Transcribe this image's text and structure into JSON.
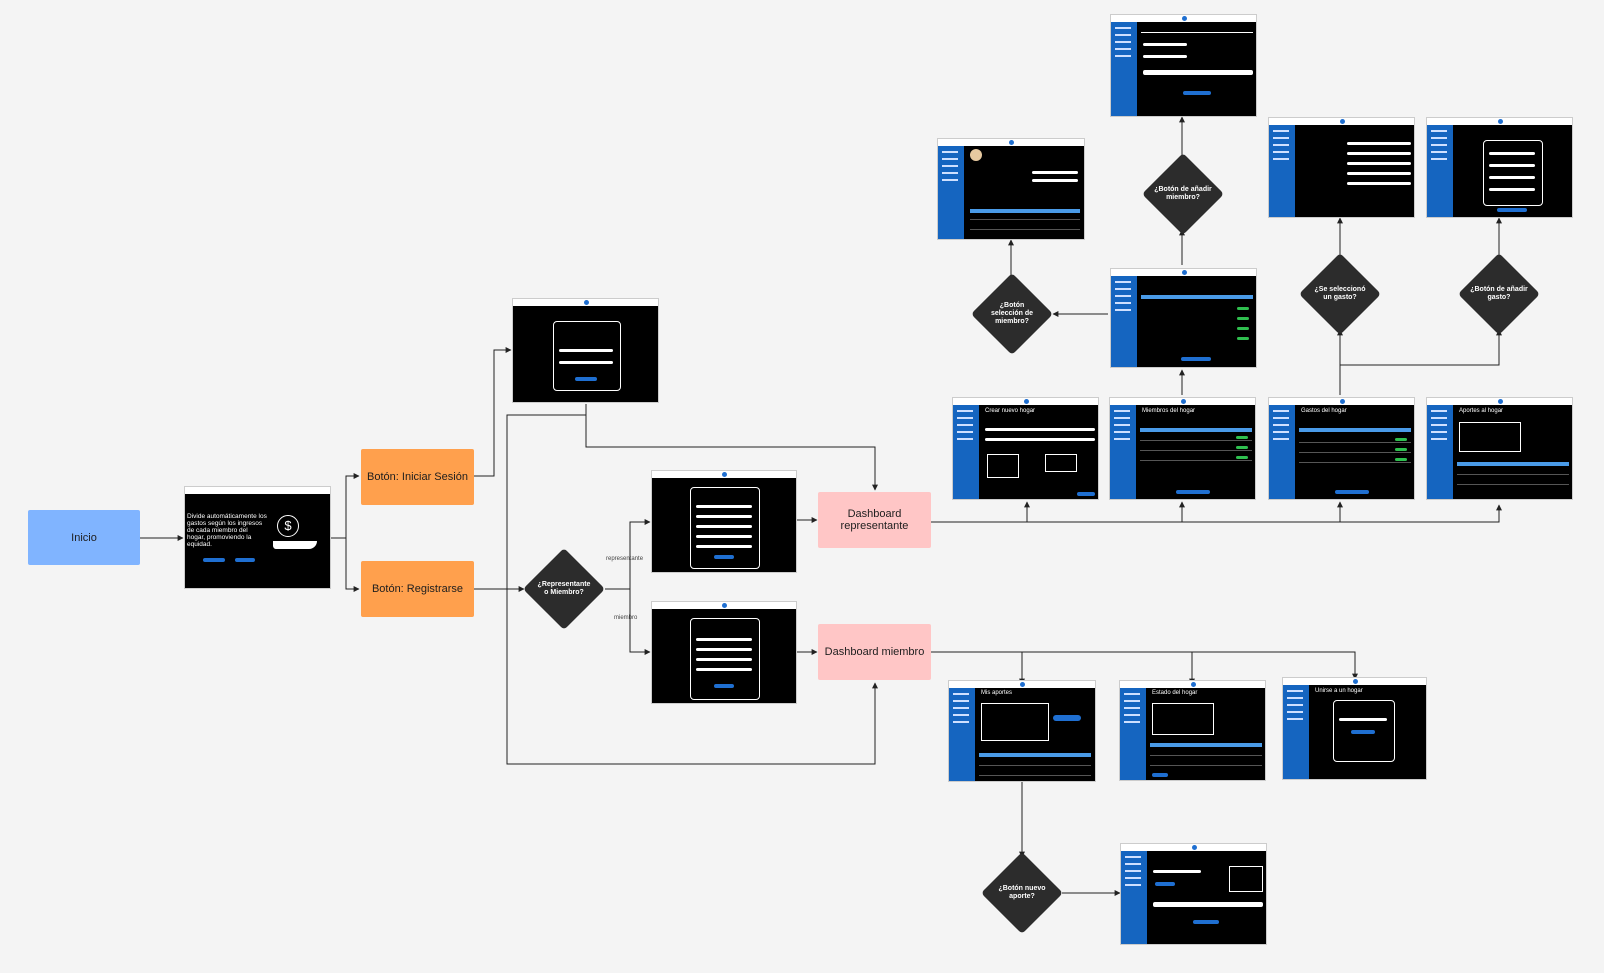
{
  "nodes": {
    "inicio": "Inicio",
    "login_button": "Botón: Iniciar Sesión",
    "register_button": "Botón: Registrarse",
    "dash_rep": "Dashboard representante",
    "dash_member": "Dashboard miembro"
  },
  "decisions": {
    "rep_or_member": "¿Representante o Miembro?",
    "member_selected": "¿Botón selección de miembro?",
    "add_member": "¿Botón de añadir miembro?",
    "expense_selected": "¿Se seleccionó un gasto?",
    "add_expense": "¿Botón de añadir gasto?",
    "new_contribution": "¿Botón nuevo aporte?"
  },
  "edge_labels": {
    "representante": "representante",
    "miembro": "miembro"
  },
  "landing": {
    "text": "Divide automáticamente los gastos según los ingresos de cada miembro del hogar, promoviendo la equidad."
  },
  "screen_titles": {
    "crear_hogar": "Crear nuevo hogar",
    "miembros": "Miembros del hogar",
    "gastos": "Gastos del hogar",
    "aportes": "Aportes al hogar",
    "mis_aportes": "Mis aportes",
    "estado": "Estado del hogar",
    "unirse": "Unirse a un hogar"
  },
  "colors": {
    "start": "#80b4ff",
    "button": "#ffa04d",
    "dashboard": "#ffc6c6",
    "decision": "#2c2c2c",
    "sidebar": "#1565c0"
  }
}
